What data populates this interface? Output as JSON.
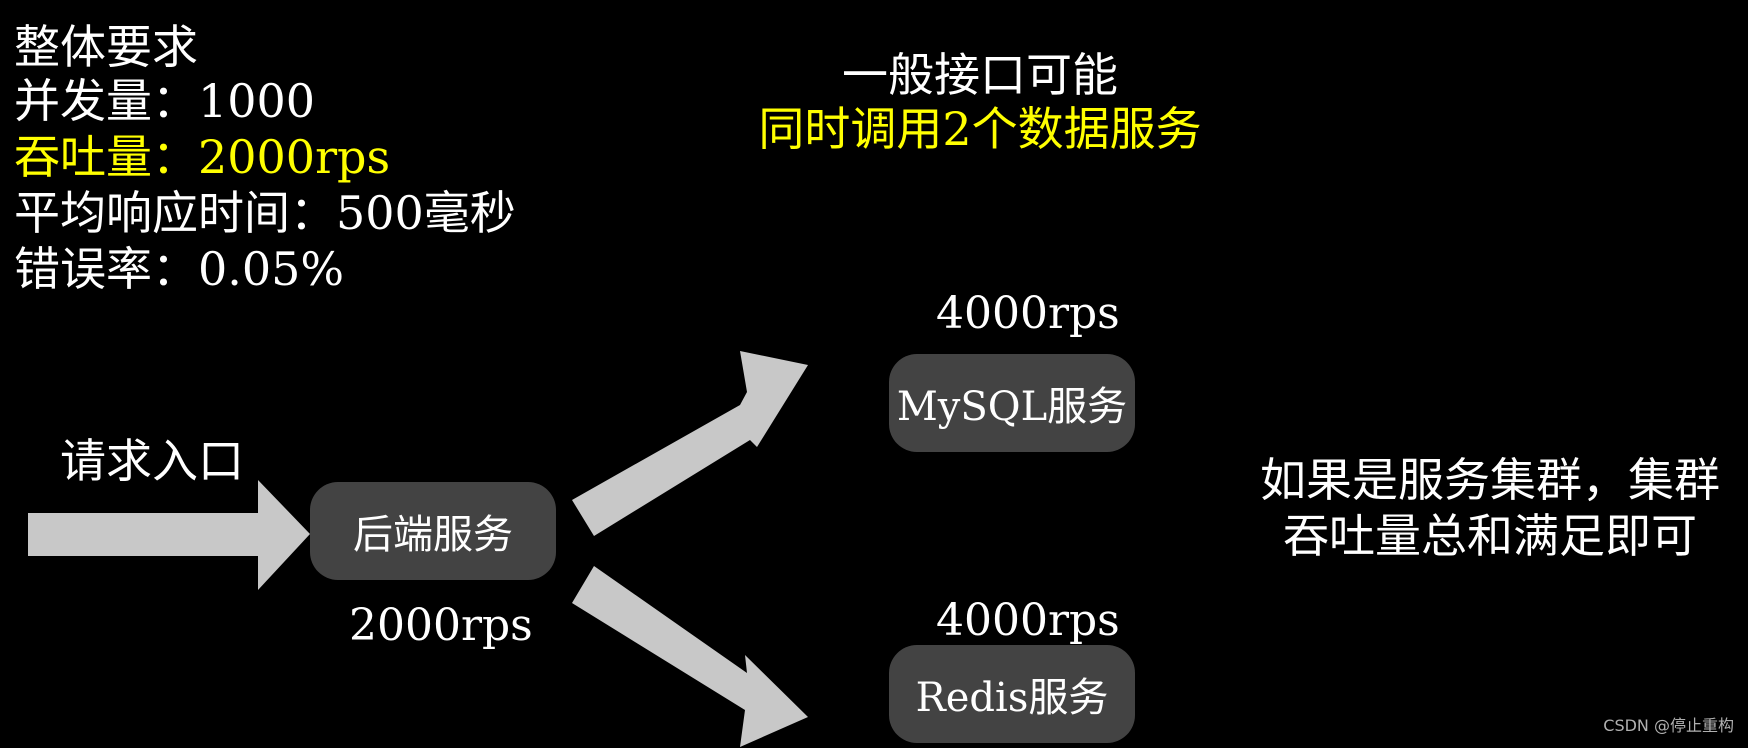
{
  "requirements": {
    "title": "整体要求",
    "concurrency": "并发量：1000",
    "throughput": "吞吐量：2000rps",
    "avg_response": "平均响应时间：500毫秒",
    "error_rate": "错误率：0.05%"
  },
  "heading": {
    "line1": "一般接口可能",
    "line2": "同时调用2个数据服务"
  },
  "entry": {
    "label": "请求入口"
  },
  "backend": {
    "label": "后端服务",
    "rps": "2000rps"
  },
  "mysql": {
    "label": "MySQL服务",
    "rps": "4000rps"
  },
  "redis": {
    "label": "Redis服务",
    "rps": "4000rps"
  },
  "note": {
    "line1": "如果是服务集群，集群",
    "line2": "吞吐量总和满足即可"
  },
  "watermark": "CSDN @停止重构",
  "colors": {
    "background": "#000000",
    "text": "#ffffff",
    "highlight": "#ffff00",
    "box": "#434343",
    "arrow": "#c8c8c8"
  }
}
